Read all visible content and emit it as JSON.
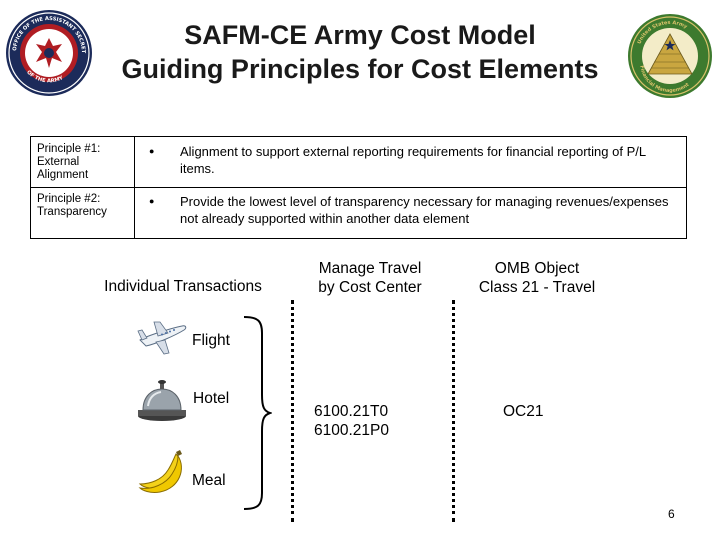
{
  "header": {
    "title_line1": "SAFM-CE Army Cost Model",
    "title_line2": "Guiding Principles for Cost Elements",
    "seal_left_text": "OFFICE OF THE ASSISTANT SECRETARY OF THE ARMY",
    "seal_right_text": "United States Army Financial Management & Comptroller"
  },
  "principles": [
    {
      "label_line1": "Principle #1:",
      "label_line2": "External",
      "label_line3": "Alignment",
      "text": "Alignment to support external reporting requirements for financial reporting of P/L items."
    },
    {
      "label_line1": "Principle #2:",
      "label_line2": "Transparency",
      "label_line3": "",
      "text": "Provide the lowest level of transparency necessary for managing revenues/expenses not already supported within another data element"
    }
  ],
  "columns": {
    "transactions_header": "Individual Transactions",
    "travel_header_line1": "Manage Travel",
    "travel_header_line2": "by Cost Center",
    "omb_header_line1": "OMB Object",
    "omb_header_line2": "Class 21 - Travel"
  },
  "transactions": [
    {
      "label": "Flight",
      "icon": "airplane-icon"
    },
    {
      "label": "Hotel",
      "icon": "service-bell-icon"
    },
    {
      "label": "Meal",
      "icon": "bananas-icon"
    }
  ],
  "travel_codes": [
    "6100.21T0",
    "6100.21P0"
  ],
  "omb_code": "OC21",
  "page_number": "6",
  "colors": {
    "seal_red": "#b01d23",
    "seal_blue": "#1c2b5a",
    "seal_green": "#3d7a2e",
    "seal_gold": "#d8c26a"
  }
}
